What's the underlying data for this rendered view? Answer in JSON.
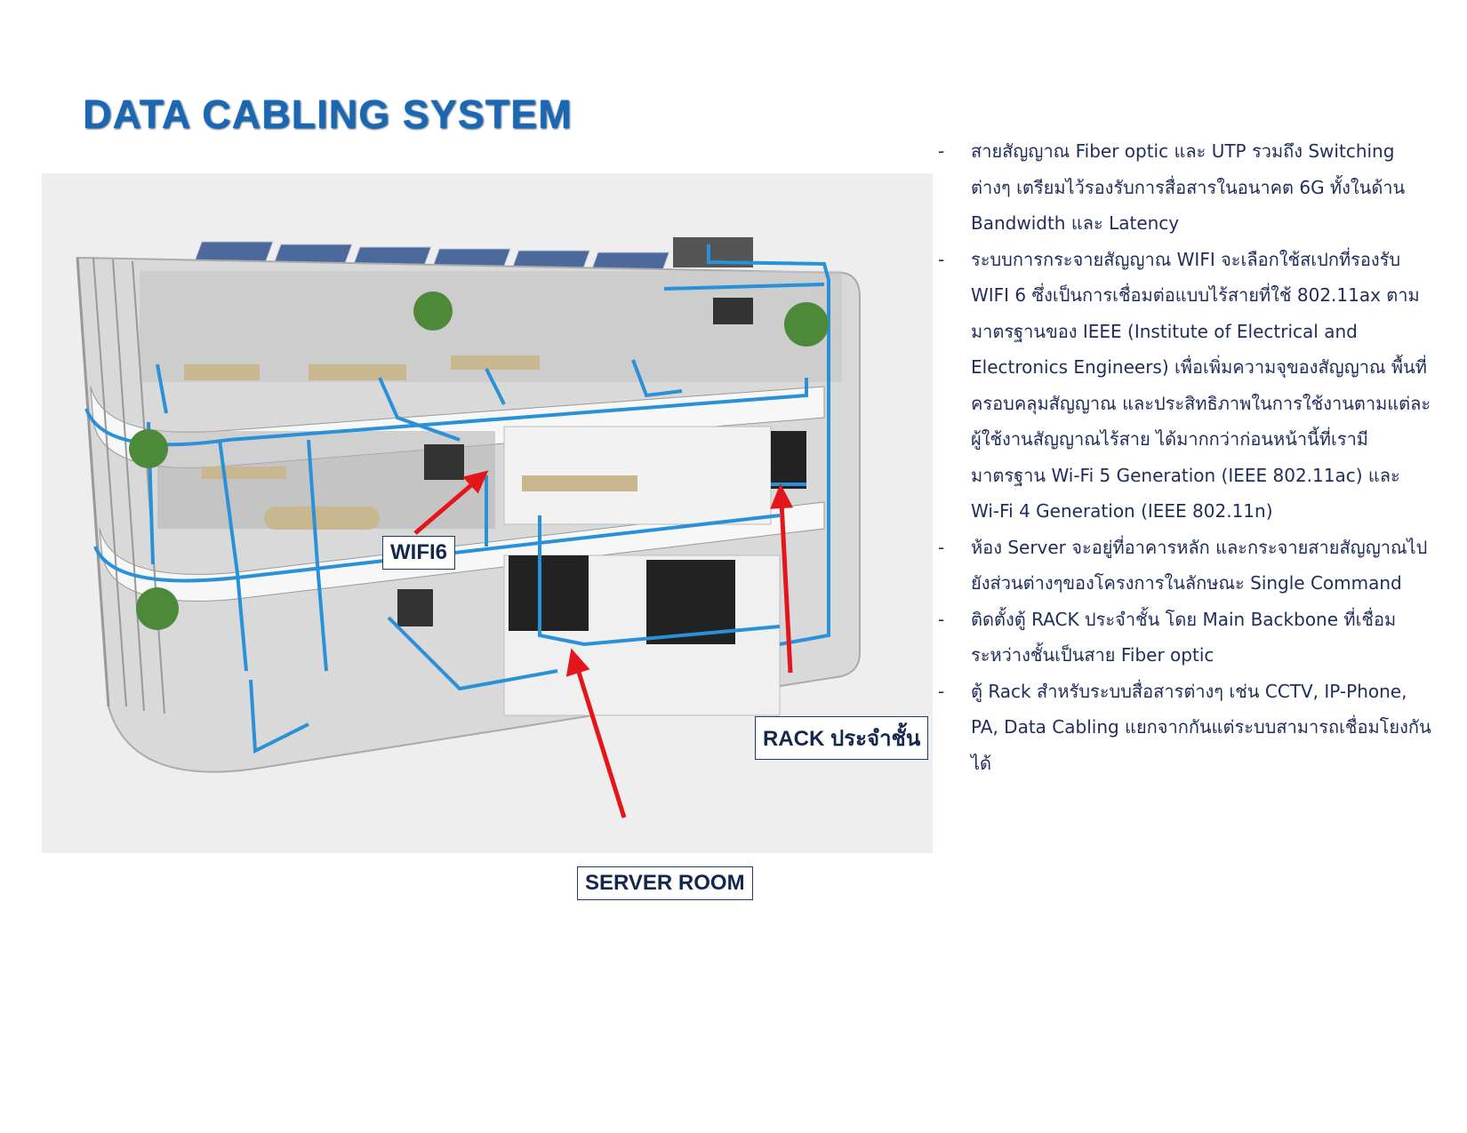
{
  "page": {
    "title": "DATA CABLING SYSTEM"
  },
  "bullets": [
    "สายสัญญาณ Fiber optic และ UTP รวมถึง Switching ต่างๆ เตรียมไว้รองรับการสื่อสารในอนาคต 6G ทั้งในด้าน Bandwidth และ Latency",
    "ระบบการกระจายสัญญาณ WIFI จะเลือกใช้สเปกที่รองรับ WIFI 6 ซึ่งเป็นการเชื่อมต่อแบบไร้สายที่ใช้ 802.11ax ตามมาตรฐานของ IEEE (Institute of Electrical and Electronics Engineers) เพื่อเพิ่มความจุของสัญญาณ พื้นที่ครอบคลุมสัญญาณ และประสิทธิภาพในการใช้งานตามแต่ละผู้ใช้งานสัญญาณไร้สาย ได้มากกว่าก่อนหน้านี้ที่เรามีมาตรฐาน Wi-Fi 5 Generation (IEEE 802.11ac) และ Wi-Fi 4 Generation (IEEE 802.11n)",
    "ห้อง Server จะอยู่ที่อาคารหลัก และกระจายสายสัญญาณไปยังส่วนต่างๆของโครงการในลักษณะ Single Command",
    "ติดตั้งตู้ RACK ประจำชั้น โดย Main Backbone ที่เชื่อมระหว่างชั้นเป็นสาย Fiber optic",
    "ตู้ Rack สำหรับระบบสื่อสารต่างๆ เช่น CCTV, IP-Phone, PA, Data Cabling แยกจากกันแต่ระบบสามารถเชื่อมโยงกันได้"
  ],
  "bullet_marker": "-",
  "callouts": {
    "wifi": "WIFI6",
    "rack": "RACK ประจำชั้น",
    "server": "SERVER ROOM"
  },
  "colors": {
    "title": "#1a68b4",
    "cable": "#2a90d8",
    "arrow": "#e3161b",
    "callout_border": "#1f3a6d"
  }
}
